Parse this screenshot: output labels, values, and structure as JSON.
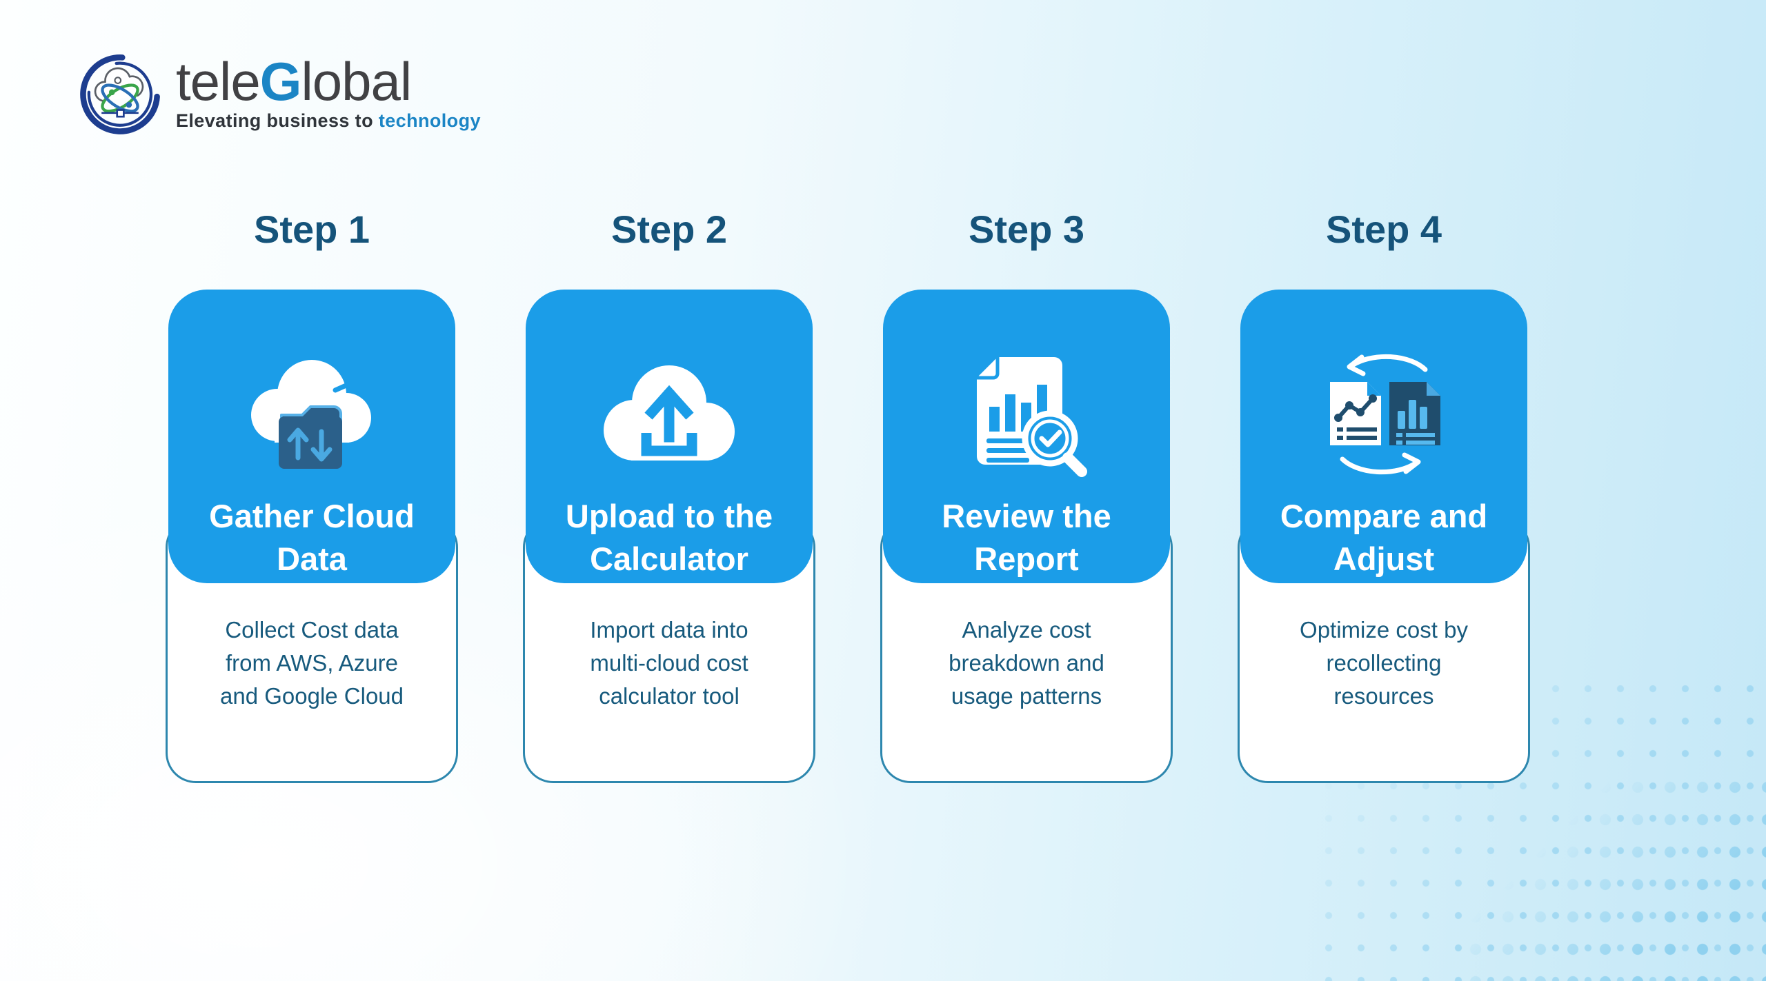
{
  "brand": {
    "name_prefix": "tele",
    "name_accent": "G",
    "name_suffix": "lobal",
    "tagline_prefix": "Elevating business to ",
    "tagline_accent": "technology"
  },
  "colors": {
    "card_blue": "#1b9de8",
    "heading_text": "#15537a",
    "body_text": "#175a7d",
    "card_border": "#2d87ae",
    "folder_navy": "#2b608a",
    "doc_navy": "#1f4d6d",
    "logo_accent": "#1b85c5",
    "dot_pattern": "#9fd6f0"
  },
  "steps": [
    {
      "label": "Step 1",
      "title": "Gather Cloud Data",
      "description": "Collect Cost data from AWS, Azure and Google Cloud",
      "icon": "cloud-folder-transfer-icon"
    },
    {
      "label": "Step 2",
      "title": "Upload to the Calculator",
      "description": "Import data into multi-cloud cost calculator tool",
      "icon": "cloud-upload-icon"
    },
    {
      "label": "Step 3",
      "title": "Review the Report",
      "description": "Analyze cost breakdown and usage patterns",
      "icon": "report-review-magnifier-icon"
    },
    {
      "label": "Step 4",
      "title": "Compare and Adjust",
      "description": "Optimize cost by recollecting resources",
      "icon": "compare-documents-sync-icon"
    }
  ]
}
